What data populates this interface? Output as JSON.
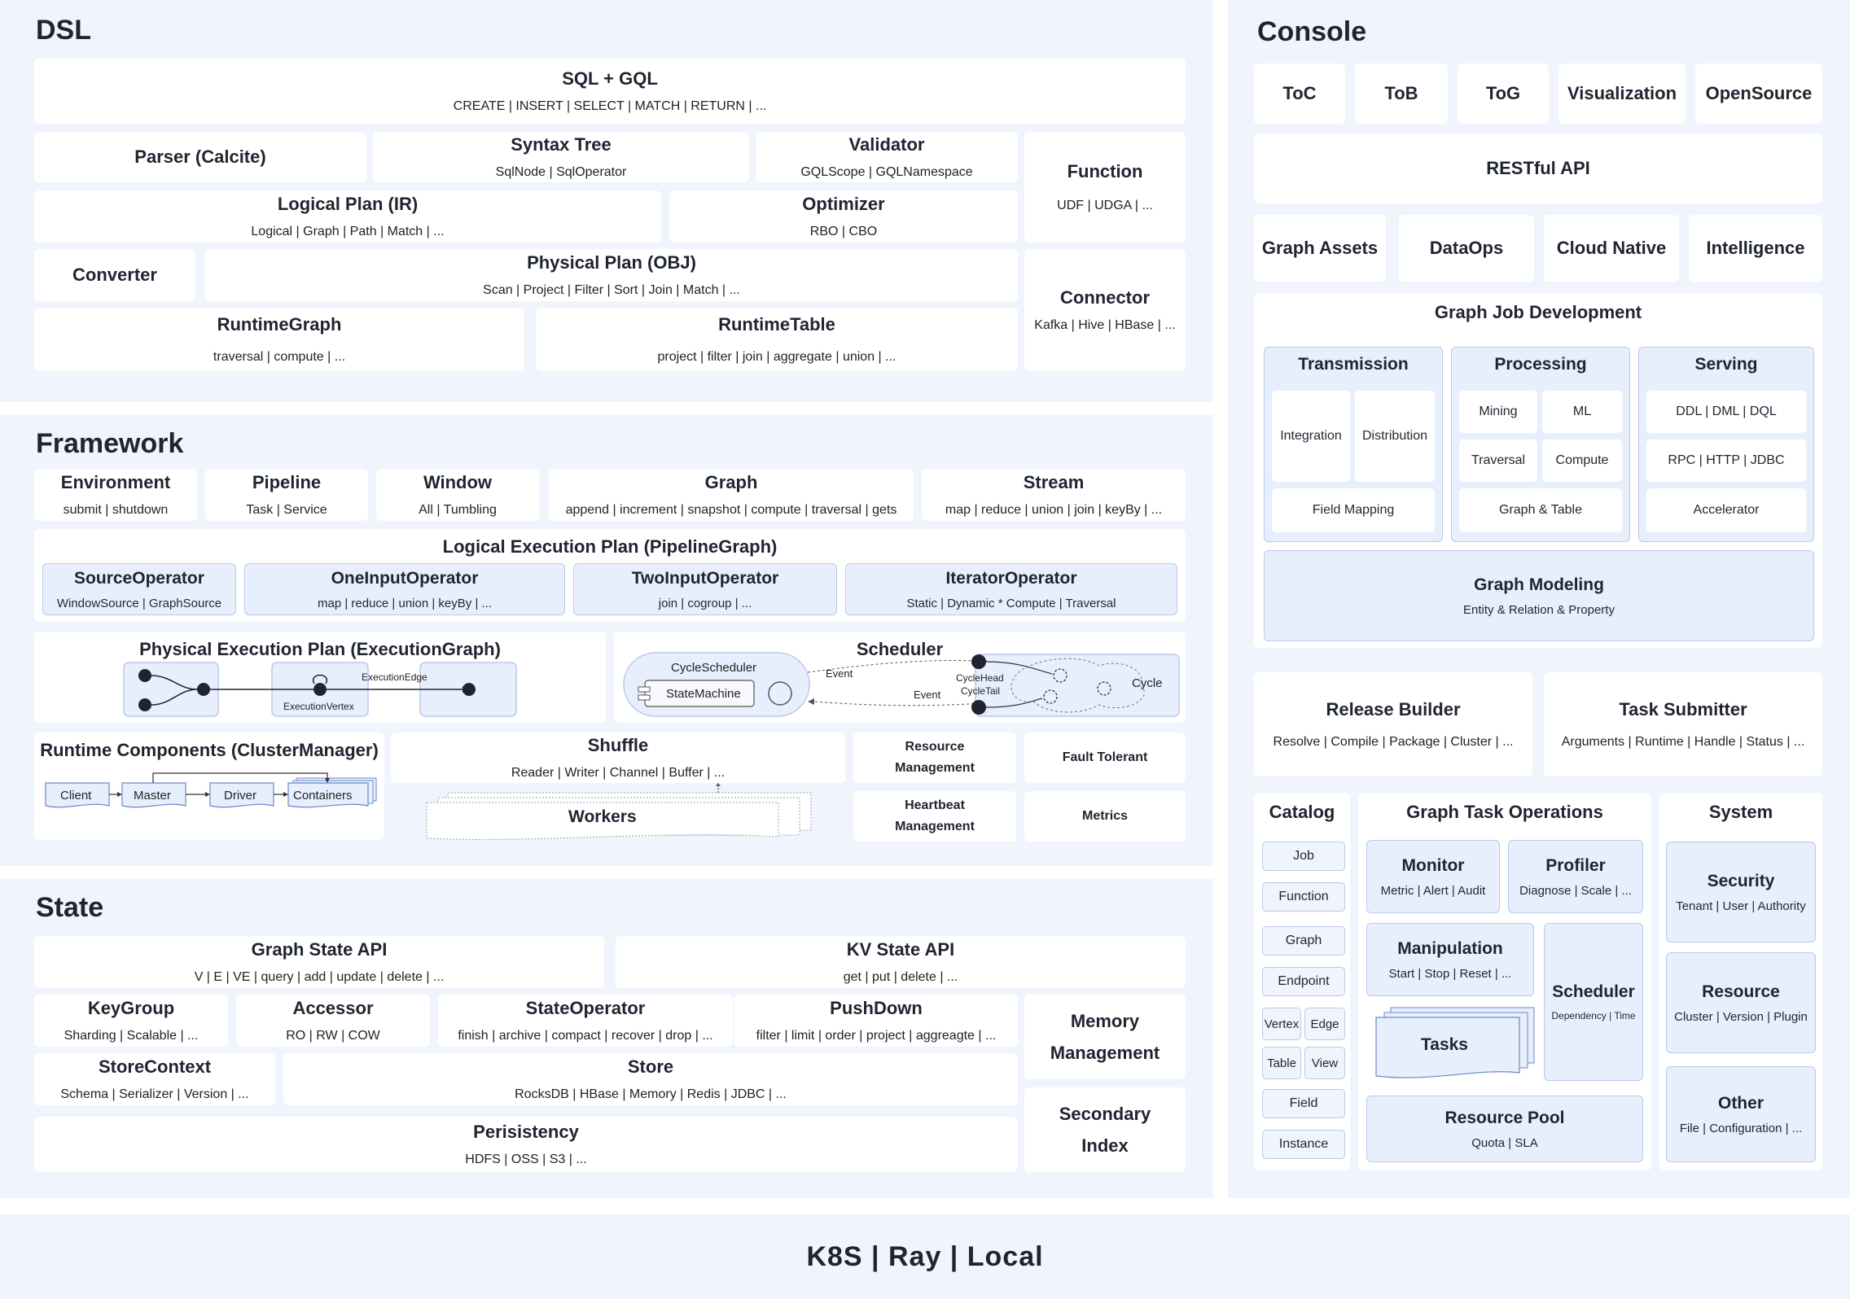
{
  "dsl": {
    "title": "DSL",
    "sqlgql": {
      "title": "SQL + GQL",
      "sub": "CREATE | INSERT | SELECT | MATCH | RETURN | ..."
    },
    "parser": {
      "title": "Parser (Calcite)"
    },
    "syntax": {
      "title": "Syntax Tree",
      "sub": "SqlNode | SqlOperator"
    },
    "validator": {
      "title": "Validator",
      "sub": "GQLScope | GQLNamespace"
    },
    "function": {
      "title": "Function",
      "sub": "UDF | UDGA | ..."
    },
    "logical": {
      "title": "Logical Plan (IR)",
      "sub": "Logical | Graph | Path | Match | ..."
    },
    "optimizer": {
      "title": "Optimizer",
      "sub": "RBO | CBO"
    },
    "converter": {
      "title": "Converter"
    },
    "physical": {
      "title": "Physical Plan (OBJ)",
      "sub": "Scan | Project | Filter | Sort | Join | Match | ..."
    },
    "connector": {
      "title": "Connector",
      "sub": "Kafka | Hive | HBase | ..."
    },
    "rgraph": {
      "title": "RuntimeGraph",
      "sub": "traversal | compute | ..."
    },
    "rtable": {
      "title": "RuntimeTable",
      "sub": "project | filter | join | aggregate | union | ..."
    }
  },
  "framework": {
    "title": "Framework",
    "env": {
      "title": "Environment",
      "sub": "submit | shutdown"
    },
    "pipeline": {
      "title": "Pipeline",
      "sub": "Task | Service"
    },
    "window": {
      "title": "Window",
      "sub": "All | Tumbling"
    },
    "graph": {
      "title": "Graph",
      "sub": "append | increment | snapshot | compute | traversal | gets"
    },
    "stream": {
      "title": "Stream",
      "sub": "map | reduce | union | join | keyBy | ..."
    },
    "lep": {
      "title": "Logical Execution Plan (PipelineGraph)"
    },
    "srcop": {
      "title": "SourceOperator",
      "sub": "WindowSource | GraphSource"
    },
    "oneop": {
      "title": "OneInputOperator",
      "sub": "map | reduce | union | keyBy | ..."
    },
    "twoop": {
      "title": "TwoInputOperator",
      "sub": "join | cogroup | ..."
    },
    "iterop": {
      "title": "IteratorOperator",
      "sub": "Static | Dynamic * Compute | Traversal"
    },
    "pep": {
      "title": "Physical Execution Plan (ExecutionGraph)",
      "edge": "ExecutionEdge",
      "vertex": "ExecutionVertex"
    },
    "sched": {
      "title": "Scheduler",
      "cycle_scheduler": "CycleScheduler",
      "state_machine": "StateMachine",
      "event1": "Event",
      "event2": "Event",
      "cycle_head": "CycleHead",
      "cycle_tail": "CycleTail",
      "cycle": "Cycle"
    },
    "runtime": {
      "title": "Runtime Components (ClusterManager)",
      "client": "Client",
      "master": "Master",
      "driver": "Driver",
      "containers": "Containers"
    },
    "shuffle": {
      "title": "Shuffle",
      "sub": "Reader | Writer | Channel | Buffer | ..."
    },
    "workers": "Workers",
    "resmgmt": "Resource Management",
    "fault": "Fault Tolerant",
    "heartbeat": "Heartbeat Management",
    "metrics": "Metrics"
  },
  "state": {
    "title": "State",
    "gsapi": {
      "title": "Graph State API",
      "sub": "V | E | VE | query | add | update | delete | ..."
    },
    "kvapi": {
      "title": "KV State API",
      "sub": "get | put | delete | ..."
    },
    "keygroup": {
      "title": "KeyGroup",
      "sub": "Sharding | Scalable | ..."
    },
    "accessor": {
      "title": "Accessor",
      "sub": "RO | RW | COW"
    },
    "stateop": {
      "title": "StateOperator",
      "sub": "finish | archive | compact | recover | drop | ..."
    },
    "pushdown": {
      "title": "PushDown",
      "sub": "filter | limit | order | project | aggreagte | ..."
    },
    "memory": {
      "l1": "Memory",
      "l2": "Management"
    },
    "storectx": {
      "title": "StoreContext",
      "sub": "Schema | Serializer | Version | ..."
    },
    "store": {
      "title": "Store",
      "sub": "RocksDB | HBase | Memory | Redis | JDBC | ..."
    },
    "secondary": {
      "l1": "Secondary",
      "l2": "Index"
    },
    "persist": {
      "title": "Perisistency",
      "sub": "HDFS | OSS | S3 | ..."
    }
  },
  "console": {
    "title": "Console",
    "top": [
      "ToC",
      "ToB",
      "ToG",
      "Visualization",
      "OpenSource"
    ],
    "restful": "RESTful API",
    "row2": [
      "Graph Assets",
      "DataOps",
      "Cloud Native",
      "Intelligence"
    ],
    "gjd": "Graph Job Development",
    "transmission": {
      "title": "Transmission",
      "integration": "Integration",
      "distribution": "Distribution",
      "field_mapping": "Field Mapping"
    },
    "processing": {
      "title": "Processing",
      "mining": "Mining",
      "ml": "ML",
      "traversal": "Traversal",
      "compute": "Compute",
      "graph_table": "Graph & Table"
    },
    "serving": {
      "title": "Serving",
      "ddl": "DDL | DML | DQL",
      "rpc": "RPC | HTTP | JDBC",
      "accelerator": "Accelerator"
    },
    "modeling": {
      "title": "Graph Modeling",
      "sub": "Entity & Relation & Property"
    },
    "release": {
      "title": "Release Builder",
      "sub": "Resolve | Compile | Package | Cluster | ..."
    },
    "task_submitter": {
      "title": "Task Submitter",
      "sub": "Arguments | Runtime | Handle | Status | ..."
    },
    "catalog": {
      "title": "Catalog",
      "job": "Job",
      "function": "Function",
      "graph": "Graph",
      "endpoint": "Endpoint",
      "vertex": "Vertex",
      "edge": "Edge",
      "table": "Table",
      "view": "View",
      "field": "Field",
      "instance": "Instance"
    },
    "gto": {
      "title": "Graph Task Operations",
      "monitor": {
        "title": "Monitor",
        "sub": "Metric | Alert | Audit"
      },
      "profiler": {
        "title": "Profiler",
        "sub": "Diagnose | Scale | ..."
      },
      "manipulation": {
        "title": "Manipulation",
        "sub": "Start | Stop | Reset | ..."
      },
      "scheduler": {
        "title": "Scheduler",
        "sub": "Dependency | Time"
      },
      "tasks": "Tasks",
      "pool": {
        "title": "Resource Pool",
        "sub": "Quota | SLA"
      }
    },
    "system": {
      "title": "System",
      "security": {
        "title": "Security",
        "sub": "Tenant | User | Authority"
      },
      "resource": {
        "title": "Resource",
        "sub": "Cluster | Version | Plugin"
      },
      "other": {
        "title": "Other",
        "sub": "File | Configuration | ..."
      }
    }
  },
  "bottom": "K8S | Ray | Local"
}
